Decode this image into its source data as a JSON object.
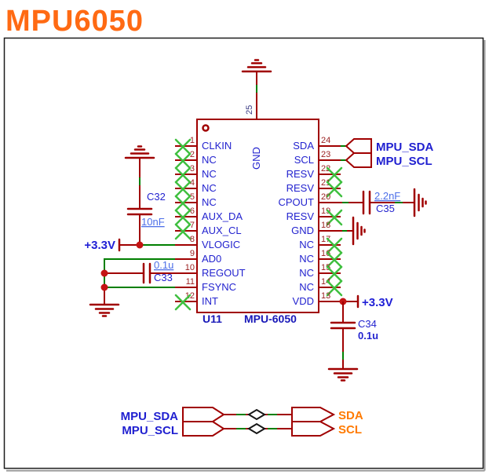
{
  "title": "MPU6050",
  "component": {
    "refdes": "U11",
    "part_number": "MPU-6050",
    "top_pin": {
      "number": "25",
      "name": "GND"
    },
    "left_pins": [
      {
        "number": "1",
        "name": "CLKIN",
        "no_connect": true
      },
      {
        "number": "2",
        "name": "NC",
        "no_connect": true
      },
      {
        "number": "3",
        "name": "NC",
        "no_connect": true
      },
      {
        "number": "4",
        "name": "NC",
        "no_connect": true
      },
      {
        "number": "5",
        "name": "NC",
        "no_connect": true
      },
      {
        "number": "6",
        "name": "AUX_DA",
        "no_connect": true
      },
      {
        "number": "7",
        "name": "AUX_CL",
        "no_connect": true
      },
      {
        "number": "8",
        "name": "VLOGIC",
        "no_connect": false
      },
      {
        "number": "9",
        "name": "AD0",
        "no_connect": false
      },
      {
        "number": "10",
        "name": "REGOUT",
        "no_connect": false
      },
      {
        "number": "11",
        "name": "FSYNC",
        "no_connect": false
      },
      {
        "number": "12",
        "name": "INT",
        "no_connect": true
      }
    ],
    "right_pins": [
      {
        "number": "24",
        "name": "SDA",
        "no_connect": false
      },
      {
        "number": "23",
        "name": "SCL",
        "no_connect": false
      },
      {
        "number": "22",
        "name": "RESV",
        "no_connect": true
      },
      {
        "number": "21",
        "name": "RESV",
        "no_connect": true
      },
      {
        "number": "20",
        "name": "CPOUT",
        "no_connect": false
      },
      {
        "number": "19",
        "name": "RESV",
        "no_connect": true
      },
      {
        "number": "18",
        "name": "GND",
        "no_connect": false
      },
      {
        "number": "17",
        "name": "NC",
        "no_connect": true
      },
      {
        "number": "16",
        "name": "NC",
        "no_connect": true
      },
      {
        "number": "15",
        "name": "NC",
        "no_connect": true
      },
      {
        "number": "14",
        "name": "NC",
        "no_connect": true
      },
      {
        "number": "13",
        "name": "VDD",
        "no_connect": false
      }
    ]
  },
  "capacitors": {
    "c32": {
      "ref": "C32",
      "value": "10nF"
    },
    "c33": {
      "ref": "C33",
      "value": "0.1u"
    },
    "c34": {
      "ref": "C34",
      "value": "0.1u"
    },
    "c35": {
      "ref": "C35",
      "value": "2.2nF"
    }
  },
  "power": {
    "rail_label": "+3.3V"
  },
  "ports": {
    "mpu_sda": "MPU_SDA",
    "mpu_scl": "MPU_SCL",
    "sda": "SDA",
    "scl": "SCL"
  },
  "colors": {
    "title_orange": "#ff6a13",
    "wire_dark_red": "#a00000",
    "wire_green": "#007f00",
    "no_connect_green": "#3fbf3f",
    "label_blue": "#2323cf",
    "value_blue": "#4d6fe8",
    "port_orange": "#ff7a00",
    "junction_red": "#c41414"
  }
}
